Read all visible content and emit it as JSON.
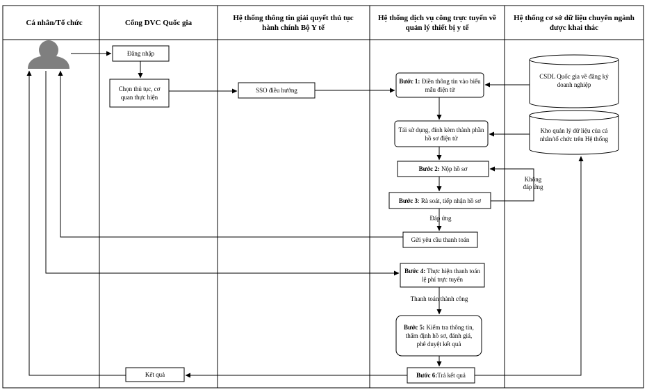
{
  "lanes": [
    "Cá nhân/Tổ chức",
    "Cổng DVC Quốc gia",
    "Hệ thống thông tin giải quyết thủ tục hành chính Bộ Y tế",
    "Hệ thống dịch vụ công trực tuyến về quản lý thiết bị y tế",
    "Hệ thống cơ sở dữ liệu chuyên ngành được khai thác"
  ],
  "lane_lines": {
    "lane3": [
      "Hệ thống thông tin giải quyết thủ tục",
      "hành chính Bộ Y tế"
    ],
    "lane4": [
      "Hệ thống dịch vụ công trực tuyến về",
      "quản lý thiết bị y tế"
    ],
    "lane5": [
      "Hệ thống cơ sở dữ liệu chuyên ngành",
      "được khai thác"
    ]
  },
  "nodes": {
    "login": "Đăng nhập",
    "choose": "Chọn thủ tục, cơ quan thực hiện",
    "sso": "SSO điều hướng",
    "step1_bold": "Bước 1:",
    "step1_text": " Điền thông tin vào biểu mẫu điện tử",
    "reuse": "Tái sử dụng, đính kèm thành phần hồ sơ điện tử",
    "step2_bold": "Bước 2:",
    "step2_text": " Nộp hồ sơ",
    "step3_bold": "Bước 3",
    "step3_text": ": Rà soát, tiếp nhận hồ sơ",
    "payreq": "Gửi yêu cầu thanh toán",
    "step4_bold": "Bước 4:",
    "step4_text": " Thực hiện thanh toán lệ phí trực tuyến",
    "step5_bold": "Bước 5:",
    "step5_text": " Kiểm tra thông tin, thẩm định hồ sơ, đánh giá, phê duyệt kết quả",
    "step6_bold": "Bước 6:",
    "step6_text": "Trả kết quả",
    "result": "Kết quả",
    "db1": "CSDL Quốc gia về đăng ký doanh nghiệp",
    "db2": "Kho quản lý dữ liệu của cá nhân/tổ chức trên Hệ thống"
  },
  "edge_labels": {
    "no_response": "Không đáp ứng",
    "response": "Đáp ứng",
    "pay_ok": "Thanh toán thành công"
  },
  "icons": {
    "user": "user-icon"
  }
}
